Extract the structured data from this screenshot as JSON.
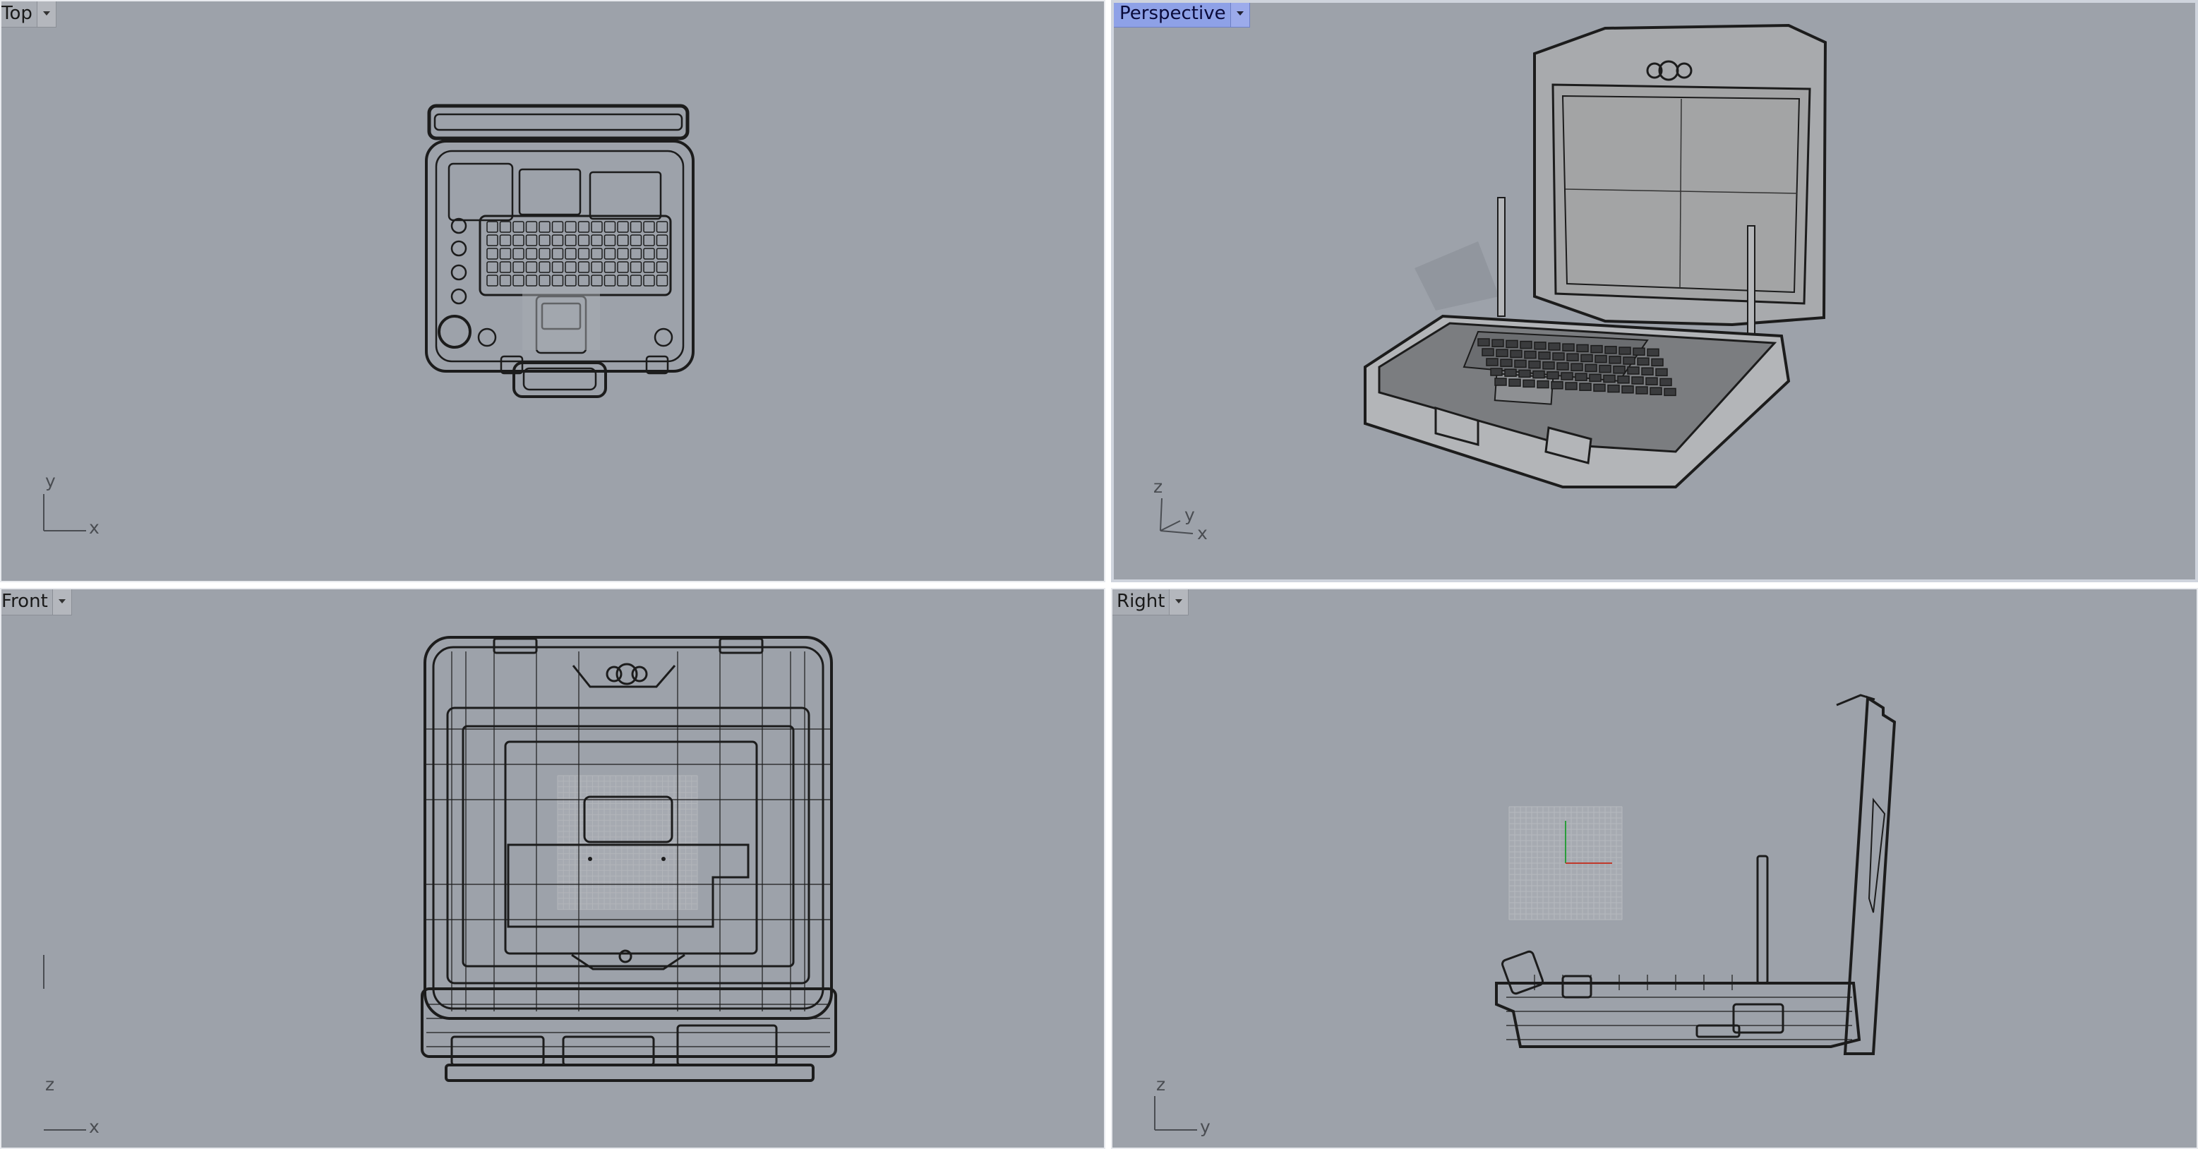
{
  "viewports": {
    "top": {
      "label": "Top",
      "axes": {
        "a": "y",
        "b": "x"
      }
    },
    "perspective": {
      "label": "Perspective",
      "active": true,
      "axes": {
        "a": "z",
        "b": "y",
        "c": "x"
      }
    },
    "front": {
      "label": "Front",
      "axes": {
        "a": "z",
        "b": "x"
      }
    },
    "right": {
      "label": "Right",
      "axes": {
        "a": "z",
        "b": "y"
      }
    }
  },
  "colors": {
    "viewport_bg": "#9da2aa",
    "active_tab": "#8ea1e7",
    "wire": "#1c1c1c",
    "screen_fill": "#a3a4a5"
  },
  "icons": {
    "tab_menu": "dropdown-arrow-icon"
  }
}
